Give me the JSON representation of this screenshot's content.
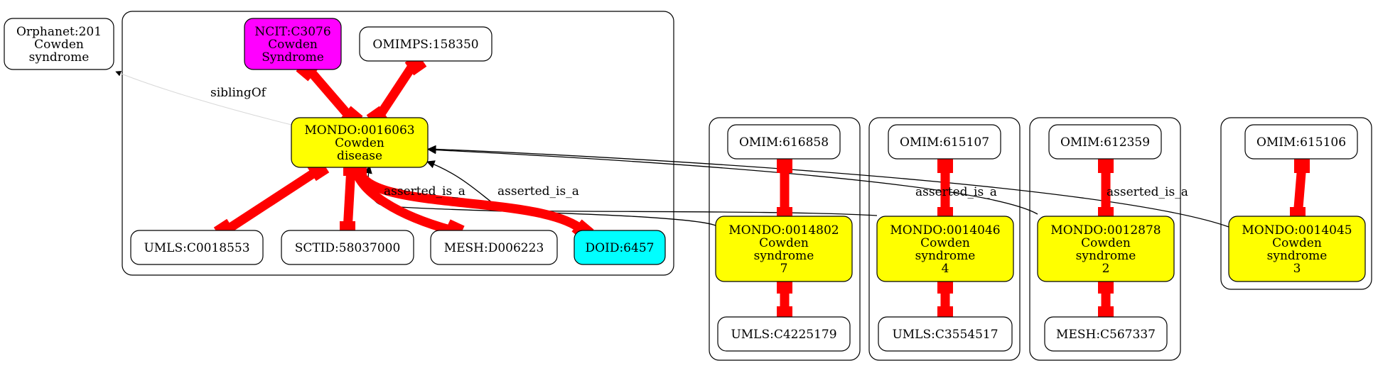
{
  "nodes": {
    "orphanet_201": {
      "lines": [
        "Orphanet:201",
        "Cowden",
        "syndrome"
      ],
      "fill": "#ffffff"
    },
    "ncit_c3076": {
      "lines": [
        "NCIT:C3076",
        "Cowden",
        "Syndrome"
      ],
      "fill": "#ff00ff"
    },
    "omimps_158350": {
      "lines": [
        "OMIMPS:158350"
      ],
      "fill": "#ffffff"
    },
    "mondo_0016063": {
      "lines": [
        "MONDO:0016063",
        "Cowden",
        "disease"
      ],
      "fill": "#ffff00"
    },
    "umls_c0018553": {
      "lines": [
        "UMLS:C0018553"
      ],
      "fill": "#ffffff"
    },
    "sctid_58037000": {
      "lines": [
        "SCTID:58037000"
      ],
      "fill": "#ffffff"
    },
    "mesh_d006223": {
      "lines": [
        "MESH:D006223"
      ],
      "fill": "#ffffff"
    },
    "doid_6457": {
      "lines": [
        "DOID:6457"
      ],
      "fill": "#00ffff"
    },
    "omim_616858": {
      "lines": [
        "OMIM:616858"
      ],
      "fill": "#ffffff"
    },
    "mondo_0014802": {
      "lines": [
        "MONDO:0014802",
        "Cowden",
        "syndrome",
        "7"
      ],
      "fill": "#ffff00"
    },
    "umls_c4225179": {
      "lines": [
        "UMLS:C4225179"
      ],
      "fill": "#ffffff"
    },
    "omim_615107": {
      "lines": [
        "OMIM:615107"
      ],
      "fill": "#ffffff"
    },
    "mondo_0014046": {
      "lines": [
        "MONDO:0014046",
        "Cowden",
        "syndrome",
        "4"
      ],
      "fill": "#ffff00"
    },
    "umls_c3554517": {
      "lines": [
        "UMLS:C3554517"
      ],
      "fill": "#ffffff"
    },
    "omim_612359": {
      "lines": [
        "OMIM:612359"
      ],
      "fill": "#ffffff"
    },
    "mondo_0012878": {
      "lines": [
        "MONDO:0012878",
        "Cowden",
        "syndrome",
        "2"
      ],
      "fill": "#ffff00"
    },
    "mesh_c567337": {
      "lines": [
        "MESH:C567337"
      ],
      "fill": "#ffffff"
    },
    "omim_615106": {
      "lines": [
        "OMIM:615106"
      ],
      "fill": "#ffffff"
    },
    "mondo_0014045": {
      "lines": [
        "MONDO:0014045",
        "Cowden",
        "syndrome",
        "3"
      ],
      "fill": "#ffff00"
    }
  },
  "edge_labels": {
    "sibling": "siblingOf",
    "is_a_7": "asserted_is_a",
    "is_a_4": "asserted_is_a",
    "is_a_2": "asserted_is_a",
    "is_a_3": "asserted_is_a"
  },
  "colors": {
    "equivalence_edge": "#ff0000",
    "is_a_edge": "#000000",
    "sibling_edge": "#d8d8d8"
  }
}
